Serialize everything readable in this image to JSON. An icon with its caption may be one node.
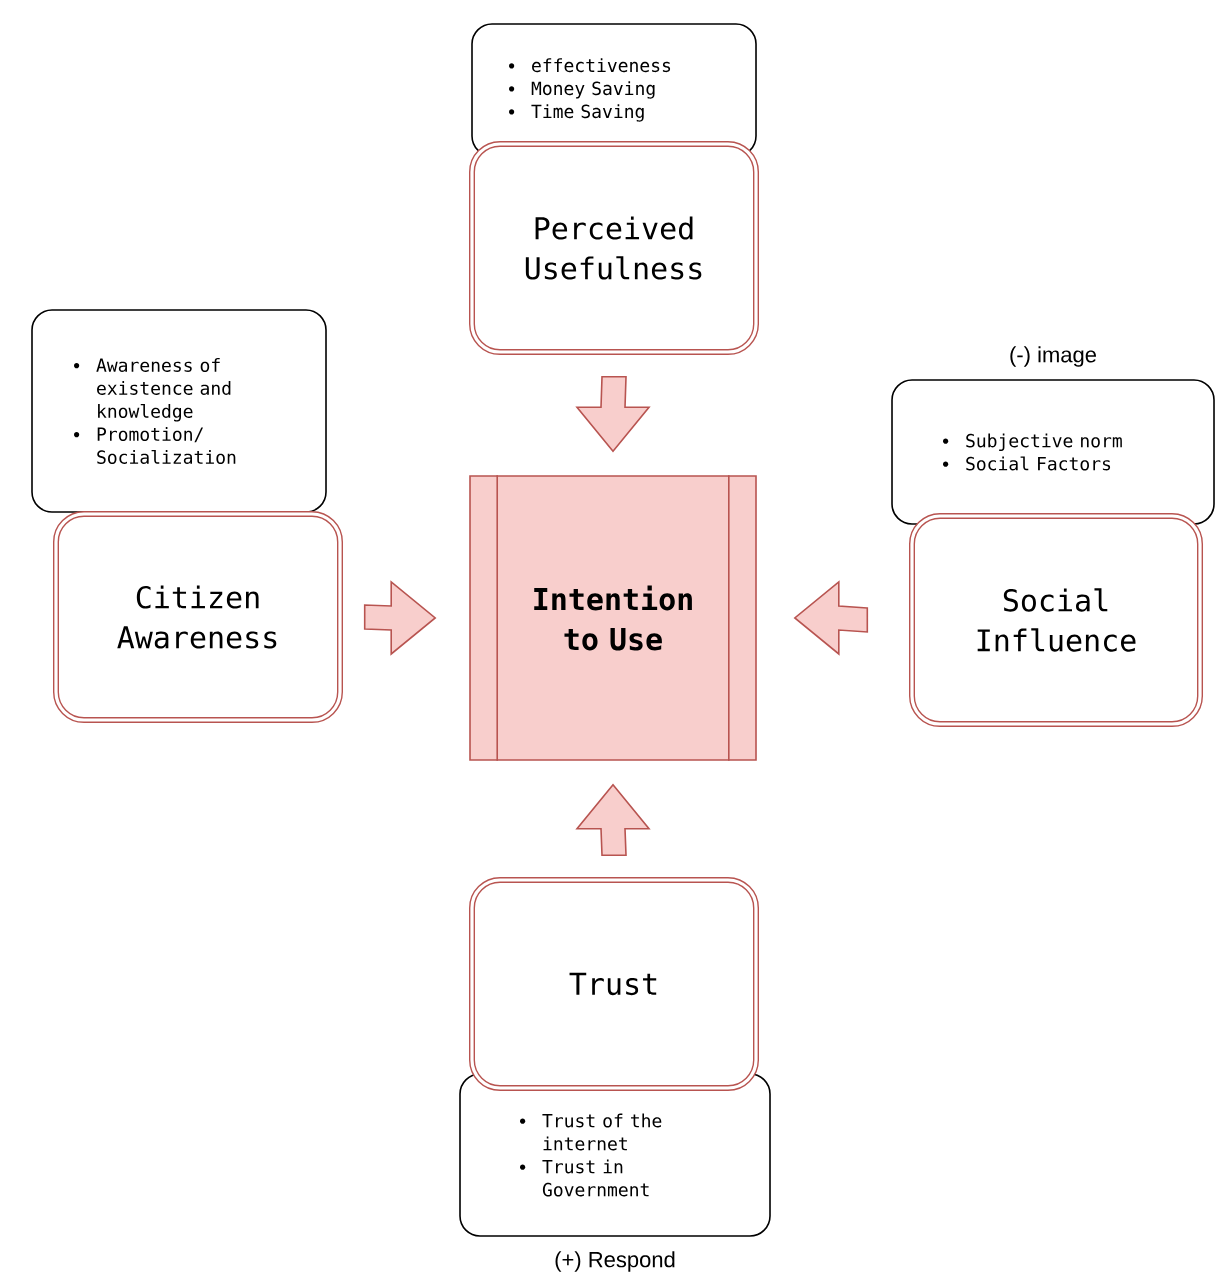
{
  "diagram": {
    "nodes": [
      {
        "text": [
          "effectiveness",
          "Money Saving",
          "Time Saving"
        ]
      },
      {
        "text": [
          "Perceived Usefulness"
        ]
      },
      {
        "text": [
          "Awareness of existence and knowledge",
          "Promotion/ Socialization"
        ]
      },
      {
        "text": [
          "Subjective norm",
          "Social Factors"
        ],
        "beside": [
          "(-) image"
        ]
      },
      {
        "text": [
          "Citizen Awareness"
        ]
      },
      {
        "text": [
          "Intention to Use"
        ]
      },
      {
        "text": [
          "Social Influence"
        ]
      },
      {
        "text": [
          "Trust"
        ]
      },
      {
        "text": [
          "Trust of the internet",
          "Trust in Government"
        ],
        "beside": [
          "(+) Respond"
        ]
      }
    ],
    "edges": [
      {
        "from": 1,
        "to": 5,
        "arrow": "to"
      },
      {
        "from": 4,
        "to": 5,
        "arrow": "to"
      },
      {
        "from": 6,
        "to": 5,
        "arrow": "to"
      },
      {
        "from": 7,
        "to": 5,
        "arrow": "to"
      }
    ]
  }
}
